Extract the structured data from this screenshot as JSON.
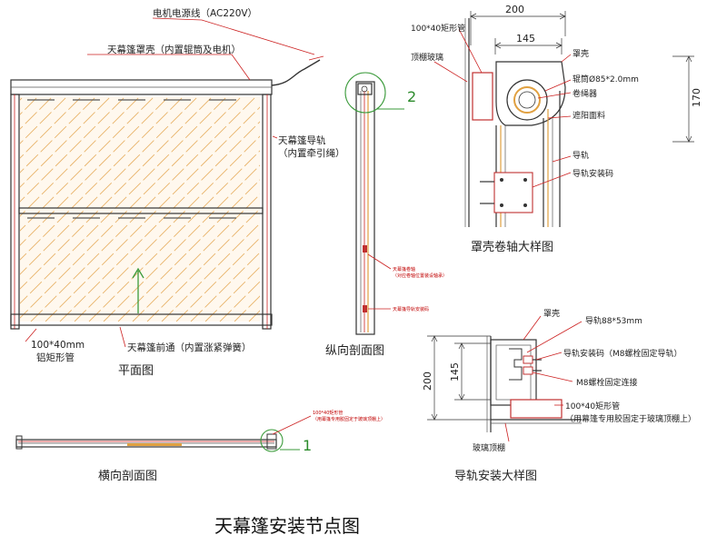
{
  "plan": {
    "power_label": "电机电源线（AC220V）",
    "cover_label": "天幕篷罩壳（内置辊筒及电机）",
    "rail_label_1": "天幕篷导轨",
    "rail_label_2": "（内置牵引绳）",
    "tube_label_1": "100*40mm",
    "tube_label_2": "铝矩形管",
    "front_label": "天幕篷前通（内置涨紧弹簧）",
    "caption": "平面图"
  },
  "long_section": {
    "marker": "2",
    "note_1": "天幕篷卷轴",
    "note_2": "（对应卷轴位置装设轴承）",
    "note_3": "天幕篷导轨安装码",
    "caption": "纵向剖面图"
  },
  "cross_section": {
    "note_1": "100*40矩形管",
    "note_2": "（用幕篷专用胶固定于玻璃顶棚上）",
    "marker": "1",
    "caption": "横向剖面图"
  },
  "roll_detail": {
    "dim_200": "200",
    "dim_145": "145",
    "dim_170": "170",
    "tube_label": "100*40矩形管",
    "glass_label": "顶棚玻璃",
    "shell_label": "罩壳",
    "roller_label": "辊筒Ø85*2.0mm",
    "rope_label": "卷绳器",
    "fabric_label": "遮阳面料",
    "rail_label": "导轨",
    "bracket_label": "导轨安装码",
    "caption": "罩壳卷轴大样图"
  },
  "rail_detail": {
    "shell_label": "罩壳",
    "rail_label": "导轨88*53mm",
    "bracket_label": "导轨安装码（M8螺栓固定导轨）",
    "bolt_label": "M8螺栓固定连接",
    "tube_label_1": "100*40矩形管",
    "tube_label_2": "（用幕篷专用胶固定于玻璃顶棚上）",
    "dim_200": "200",
    "dim_145": "145",
    "glass_label": "玻璃顶棚",
    "caption": "导轨安装大样图"
  },
  "main_title": "天幕篷安装节点图"
}
